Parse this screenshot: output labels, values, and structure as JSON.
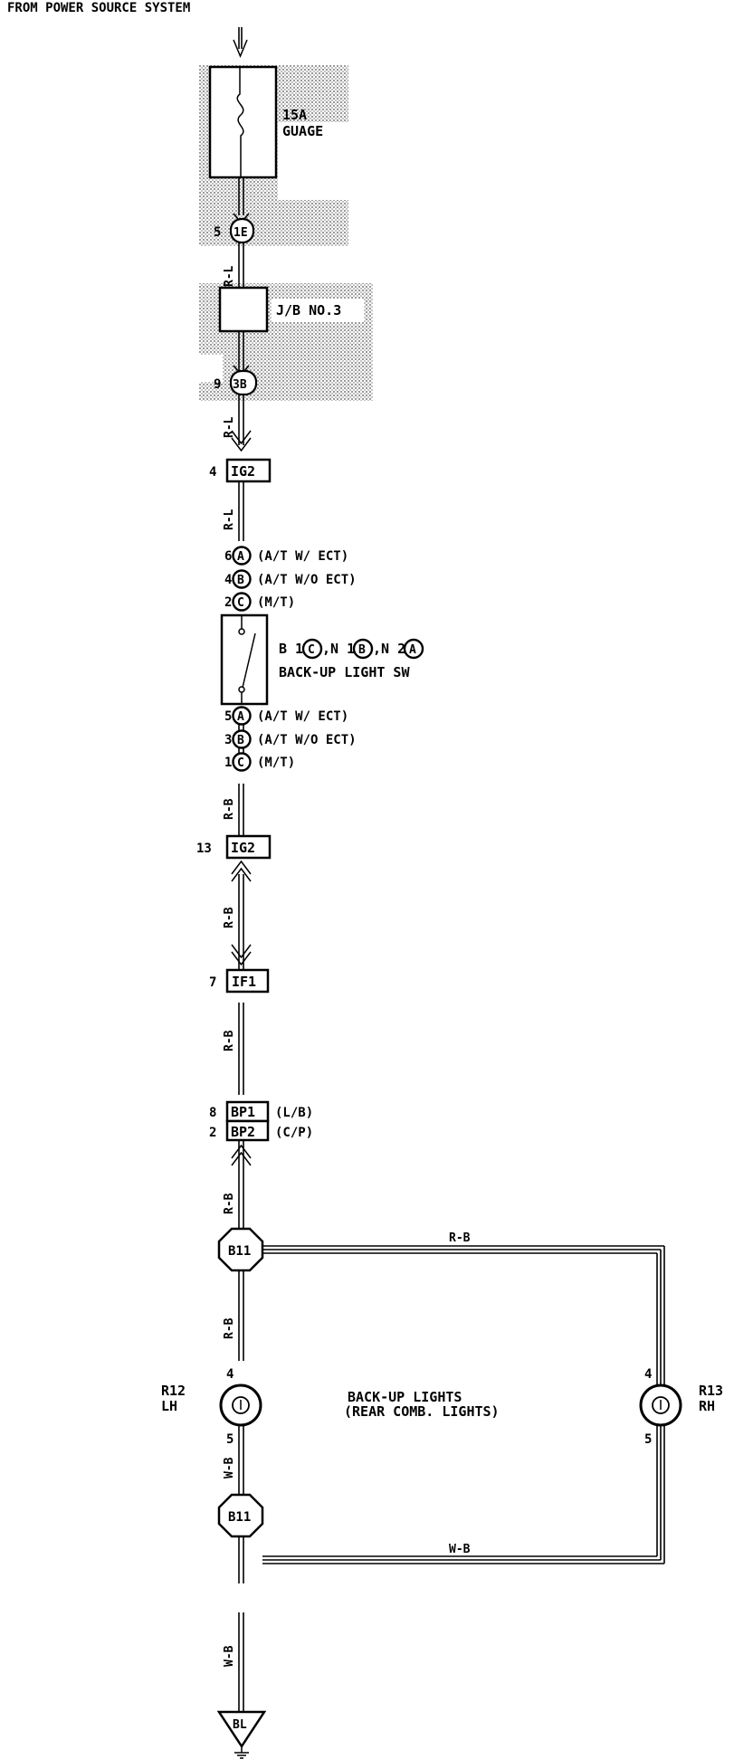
{
  "source_label": "FROM POWER SOURCE SYSTEM",
  "fuse": {
    "rating": "15A",
    "name": "GUAGE"
  },
  "jb_label": "J/B NO.3",
  "connectors": {
    "c1e": {
      "pin": "5",
      "id": "1E"
    },
    "c3b": {
      "pin": "9",
      "id": "3B"
    },
    "ig2_top": {
      "pin": "4",
      "id": "IG2"
    },
    "ig2_bottom": {
      "pin": "13",
      "id": "IG2"
    },
    "if1": {
      "pin": "7",
      "id": "IF1"
    },
    "bp1": {
      "pin": "8",
      "id": "BP1",
      "note": "(L/B)"
    },
    "bp2": {
      "pin": "2",
      "id": "BP2",
      "note": "(C/P)"
    },
    "b11_top": {
      "id": "B11"
    },
    "b11_bottom": {
      "id": "B11"
    },
    "ground": {
      "id": "BL"
    }
  },
  "wires": {
    "w1": "R-L",
    "w2": "R-L",
    "w3": "R-L",
    "w4": "R-B",
    "w5": "R-B",
    "w6": "R-B",
    "w7": "R-B",
    "w8": "R-B",
    "w9": "R-B",
    "w10": "W-B",
    "w11": "W-B",
    "w12": "W-B"
  },
  "switch": {
    "top_pins": [
      {
        "pin": "6",
        "letter": "A",
        "note": "(A/T W/ ECT)"
      },
      {
        "pin": "4",
        "letter": "B",
        "note": "(A/T W/O ECT)"
      },
      {
        "pin": "2",
        "letter": "C",
        "note": "(M/T)"
      }
    ],
    "bottom_pins": [
      {
        "pin": "5",
        "letter": "A",
        "note": "(A/T W/ ECT)"
      },
      {
        "pin": "3",
        "letter": "B",
        "note": "(A/T W/O ECT)"
      },
      {
        "pin": "1",
        "letter": "C",
        "note": "(M/T)"
      }
    ],
    "code_parts": [
      {
        "prefix": "B 1",
        "letter": "C"
      },
      {
        "prefix": ",N 1",
        "letter": "B"
      },
      {
        "prefix": ",N 2",
        "letter": "A"
      }
    ],
    "name": "BACK-UP LIGHT SW"
  },
  "lights": {
    "title_line1": "BACK-UP LIGHTS",
    "title_line2": "(REAR COMB. LIGHTS)",
    "left": {
      "id": "R12",
      "side": "LH",
      "pin_top": "4",
      "pin_bottom": "5"
    },
    "right": {
      "id": "R13",
      "side": "RH",
      "pin_top": "4",
      "pin_bottom": "5"
    }
  }
}
